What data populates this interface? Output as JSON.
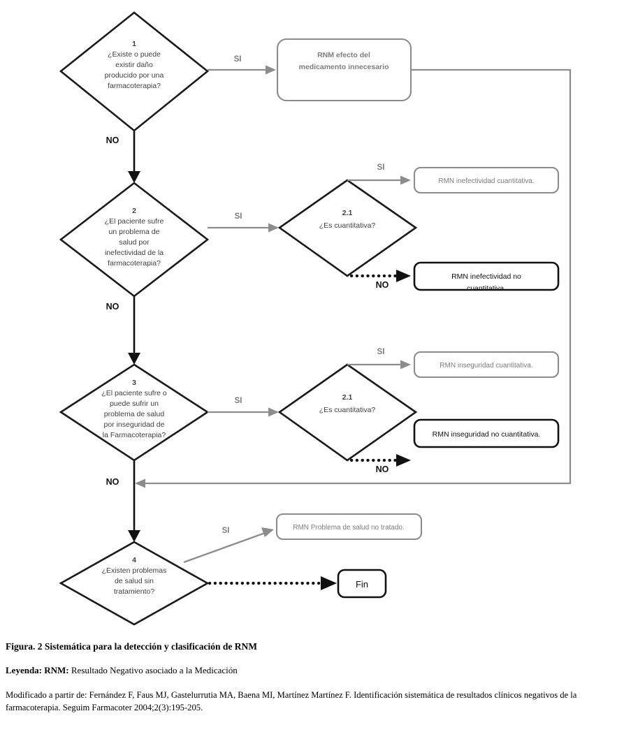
{
  "figure": {
    "caption_title": "Figura. 2 Sistemática para la detección y clasificación de RNM",
    "legend_label": "Leyenda: RNM:",
    "legend_text": " Resultado Negativo asociado a la Medicación",
    "source_text": "Modificado a partir de: Fernández F, Faus MJ, Gastelurrutia MA, Baena MI, Martínez Martínez F. Identificación sistemática de resultados clínicos negativos de la farmacoterapia. Seguim Farmacoter 2004;2(3):195-205."
  },
  "colors": {
    "gray_line": "#8c8c8c",
    "gray_text": "#7d7d7d",
    "black_line": "#111111",
    "diamond_text": "#3f3f3f",
    "background": "#ffffff"
  },
  "labels": {
    "yes": "SI",
    "no": "NO"
  },
  "decisions": [
    {
      "id": "d1",
      "number": "1",
      "lines": [
        "¿Existe o puede",
        "existir daño",
        "producido por una",
        "farmacoterapia?"
      ]
    },
    {
      "id": "d2",
      "number": "2",
      "lines": [
        "¿El paciente sufre",
        "un problema de",
        "salud por",
        "inefectividad de la",
        "farmacoterapia?"
      ]
    },
    {
      "id": "d2-1",
      "number": "2.1",
      "lines": [
        "¿Es cuantitativa?"
      ]
    },
    {
      "id": "d3",
      "number": "3",
      "lines": [
        "¿El paciente sufre o",
        "puede sufrir un",
        "problema de salud",
        "por inseguridad de",
        "la Farmacoterapia?"
      ]
    },
    {
      "id": "d3-1",
      "number": "2.1",
      "lines": [
        "¿Es cuantitativa?"
      ]
    },
    {
      "id": "d4",
      "number": "4",
      "lines": [
        "¿Existen problemas",
        "de salud sin",
        "tratamiento?"
      ]
    }
  ],
  "outcomes": [
    {
      "id": "o1",
      "style": "gray",
      "lines": [
        "RNM efecto del",
        "medicamento innecesario"
      ]
    },
    {
      "id": "o2",
      "style": "gray",
      "lines": [
        "RMN inefectividad cuantitativa."
      ]
    },
    {
      "id": "o3",
      "style": "black",
      "lines": [
        "RMN inefectividad no",
        "cuantitativa."
      ],
      "clipped": true
    },
    {
      "id": "o4",
      "style": "gray",
      "lines": [
        "RMN inseguridad cuantitativa."
      ]
    },
    {
      "id": "o5",
      "style": "black",
      "lines": [
        "RMN inseguridad no cuantitativa."
      ]
    },
    {
      "id": "o6",
      "style": "gray",
      "lines": [
        "RMN Problema de salud no tratado."
      ]
    }
  ],
  "terminal": {
    "id": "fin",
    "label": "Fin"
  }
}
